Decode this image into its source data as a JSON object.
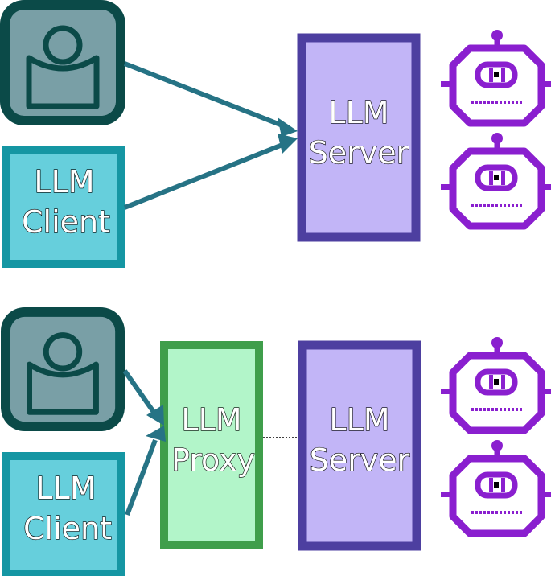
{
  "top": {
    "server": {
      "line1": "LLM",
      "line2": "Server"
    },
    "client": {
      "line1": "LLM",
      "line2": "Client"
    }
  },
  "bottom": {
    "proxy": {
      "line1": "LLM",
      "line2": "Proxy"
    },
    "server": {
      "line1": "LLM",
      "line2": "Server"
    },
    "client": {
      "line1": "LLM",
      "line2": "Client"
    }
  },
  "icons": {
    "user": "user-icon",
    "robot": "robot-icon"
  },
  "colors": {
    "user_outer": "#0b4a48",
    "user_inner": "#799fa6",
    "client_fill": "#66cfdc",
    "client_border": "#1596a3",
    "server_fill": "#c2b5f7",
    "server_border": "#4d3fa0",
    "proxy_fill": "#b2f5c9",
    "proxy_border": "#3f9e4b",
    "robot": "#8a1fcf",
    "arrow": "#267385"
  }
}
